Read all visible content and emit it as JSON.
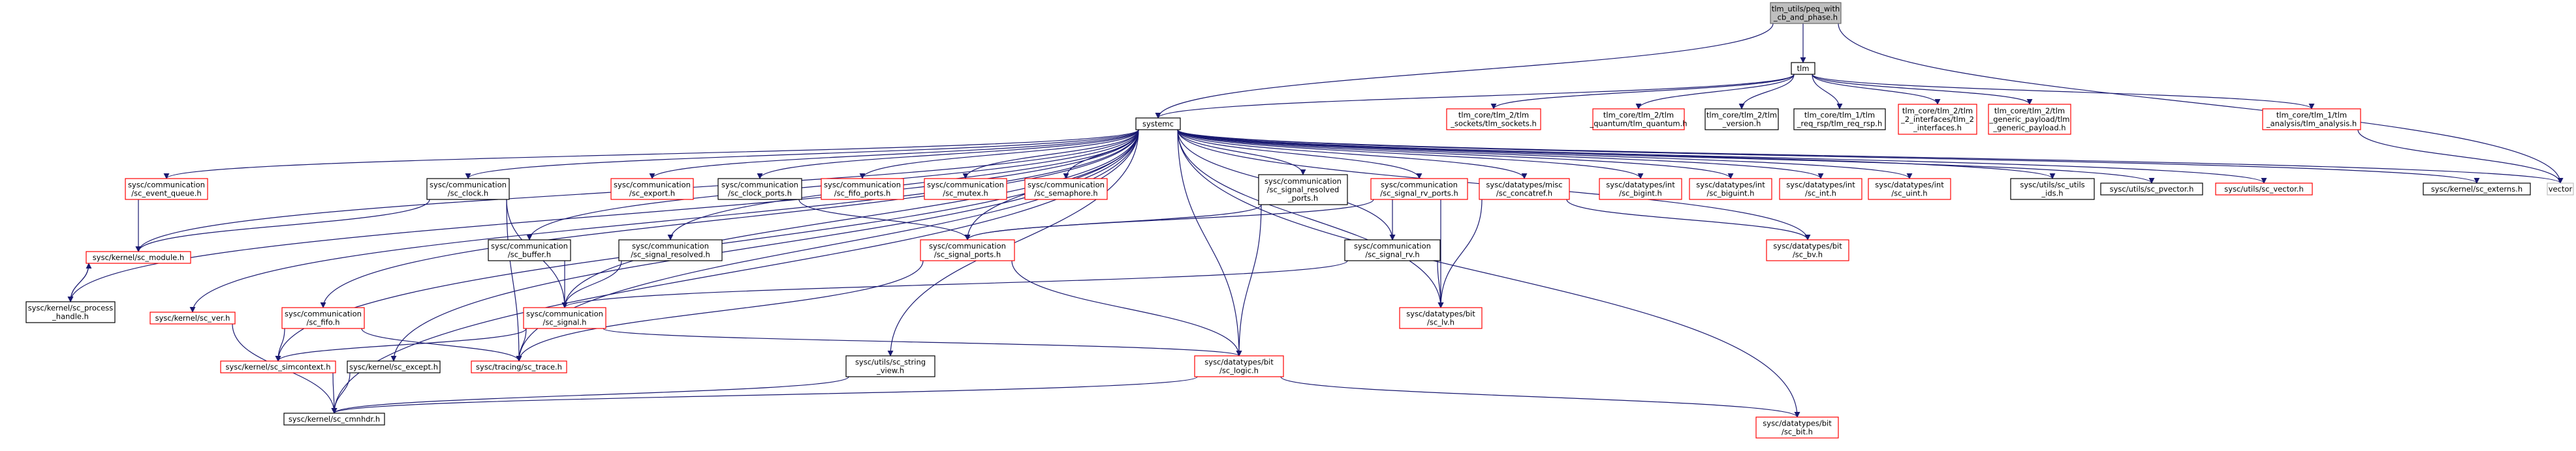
{
  "colors": {
    "edge": "#191970",
    "root_fill": "#bfbfbf",
    "root_border": "#666666",
    "documented_border": "#000000",
    "undocumented_border": "#ff0000",
    "no_file_border": "#bfbfbf",
    "node_fill": "#ffffff"
  },
  "nodes": [
    {
      "id": "root",
      "lines": [
        "tlm_utils/peq_with",
        "_cb_and_phase.h"
      ],
      "kind": "root"
    },
    {
      "id": "tlm",
      "lines": [
        "tlm"
      ],
      "kind": "documented"
    },
    {
      "id": "systemc",
      "lines": [
        "systemc"
      ],
      "kind": "documented"
    },
    {
      "id": "vector",
      "lines": [
        "vector"
      ],
      "kind": "external"
    },
    {
      "id": "tlm_sockets",
      "lines": [
        "tlm_core/tlm_2/tlm",
        "_sockets/tlm_sockets.h"
      ],
      "kind": "undocumented"
    },
    {
      "id": "tlm_quantum",
      "lines": [
        "tlm_core/tlm_2/tlm",
        "_quantum/tlm_quantum.h"
      ],
      "kind": "undocumented"
    },
    {
      "id": "tlm_version",
      "lines": [
        "tlm_core/tlm_2/tlm",
        "_version.h"
      ],
      "kind": "documented"
    },
    {
      "id": "tlm_req_rsp",
      "lines": [
        "tlm_core/tlm_1/tlm",
        "_req_rsp/tlm_req_rsp.h"
      ],
      "kind": "documented"
    },
    {
      "id": "tlm_2_interfaces",
      "lines": [
        "tlm_core/tlm_2/tlm",
        "_2_interfaces/tlm_2",
        "_interfaces.h"
      ],
      "kind": "undocumented"
    },
    {
      "id": "tlm_generic_payload",
      "lines": [
        "tlm_core/tlm_2/tlm",
        "_generic_payload/tlm",
        "_generic_payload.h"
      ],
      "kind": "undocumented"
    },
    {
      "id": "tlm_analysis",
      "lines": [
        "tlm_core/tlm_1/tlm",
        "_analysis/tlm_analysis.h"
      ],
      "kind": "undocumented"
    },
    {
      "id": "sc_event_queue",
      "lines": [
        "sysc/communication",
        "/sc_event_queue.h"
      ],
      "kind": "undocumented"
    },
    {
      "id": "sc_module",
      "lines": [
        "sysc/kernel/sc_module.h"
      ],
      "kind": "undocumented"
    },
    {
      "id": "sc_process_handle",
      "lines": [
        "sysc/kernel/sc_process",
        "_handle.h"
      ],
      "kind": "documented"
    },
    {
      "id": "sc_ver",
      "lines": [
        "sysc/kernel/sc_ver.h"
      ],
      "kind": "undocumented"
    },
    {
      "id": "sc_fifo",
      "lines": [
        "sysc/communication",
        "/sc_fifo.h"
      ],
      "kind": "undocumented"
    },
    {
      "id": "sc_simcontext",
      "lines": [
        "sysc/kernel/sc_simcontext.h"
      ],
      "kind": "undocumented"
    },
    {
      "id": "sc_cmnhdr",
      "lines": [
        "sysc/kernel/sc_cmnhdr.h"
      ],
      "kind": "documented"
    },
    {
      "id": "sc_except",
      "lines": [
        "sysc/kernel/sc_except.h"
      ],
      "kind": "documented"
    },
    {
      "id": "sc_clock",
      "lines": [
        "sysc/communication",
        "/sc_clock.h"
      ],
      "kind": "documented"
    },
    {
      "id": "sc_buffer",
      "lines": [
        "sysc/communication",
        "/sc_buffer.h"
      ],
      "kind": "documented"
    },
    {
      "id": "sc_signal",
      "lines": [
        "sysc/communication",
        "/sc_signal.h"
      ],
      "kind": "undocumented"
    },
    {
      "id": "sc_trace",
      "lines": [
        "sysc/tracing/sc_trace.h"
      ],
      "kind": "undocumented"
    },
    {
      "id": "sc_export",
      "lines": [
        "sysc/communication",
        "/sc_export.h"
      ],
      "kind": "undocumented"
    },
    {
      "id": "sc_clock_ports",
      "lines": [
        "sysc/communication",
        "/sc_clock_ports.h"
      ],
      "kind": "documented"
    },
    {
      "id": "sc_fifo_ports",
      "lines": [
        "sysc/communication",
        "/sc_fifo_ports.h"
      ],
      "kind": "undocumented"
    },
    {
      "id": "sc_mutex",
      "lines": [
        "sysc/communication",
        "/sc_mutex.h"
      ],
      "kind": "undocumented"
    },
    {
      "id": "sc_semaphore",
      "lines": [
        "sysc/communication",
        "/sc_semaphore.h"
      ],
      "kind": "undocumented"
    },
    {
      "id": "sc_signal_resolved",
      "lines": [
        "sysc/communication",
        "/sc_signal_resolved.h"
      ],
      "kind": "documented"
    },
    {
      "id": "sc_signal_resolved_ports",
      "lines": [
        "sysc/communication",
        "/sc_signal_resolved",
        "_ports.h"
      ],
      "kind": "documented"
    },
    {
      "id": "sc_signal_rv_ports",
      "lines": [
        "sysc/communication",
        "/sc_signal_rv_ports.h"
      ],
      "kind": "undocumented"
    },
    {
      "id": "sc_signal_ports",
      "lines": [
        "sysc/communication",
        "/sc_signal_ports.h"
      ],
      "kind": "undocumented"
    },
    {
      "id": "sc_signal_rv",
      "lines": [
        "sysc/communication",
        "/sc_signal_rv.h"
      ],
      "kind": "documented"
    },
    {
      "id": "sc_string_view",
      "lines": [
        "sysc/utils/sc_string",
        "_view.h"
      ],
      "kind": "documented"
    },
    {
      "id": "sc_logic",
      "lines": [
        "sysc/datatypes/bit",
        "/sc_logic.h"
      ],
      "kind": "undocumented"
    },
    {
      "id": "sc_concatref",
      "lines": [
        "sysc/datatypes/misc",
        "/sc_concatref.h"
      ],
      "kind": "undocumented"
    },
    {
      "id": "sc_bigint",
      "lines": [
        "sysc/datatypes/int",
        "/sc_bigint.h"
      ],
      "kind": "undocumented"
    },
    {
      "id": "sc_biguint",
      "lines": [
        "sysc/datatypes/int",
        "/sc_biguint.h"
      ],
      "kind": "undocumented"
    },
    {
      "id": "sc_int",
      "lines": [
        "sysc/datatypes/int",
        "/sc_int.h"
      ],
      "kind": "undocumented"
    },
    {
      "id": "sc_uint",
      "lines": [
        "sysc/datatypes/int",
        "/sc_uint.h"
      ],
      "kind": "undocumented"
    },
    {
      "id": "sc_ids",
      "lines": [
        "sysc/utils/sc_utils",
        "_ids.h"
      ],
      "kind": "documented"
    },
    {
      "id": "sc_pvector",
      "lines": [
        "sysc/utils/sc_pvector.h"
      ],
      "kind": "documented"
    },
    {
      "id": "sc_vector",
      "lines": [
        "sysc/utils/sc_vector.h"
      ],
      "kind": "undocumented"
    },
    {
      "id": "sc_externs",
      "lines": [
        "sysc/kernel/sc_externs.h"
      ],
      "kind": "documented"
    },
    {
      "id": "sc_bv",
      "lines": [
        "sysc/datatypes/bit",
        "/sc_bv.h"
      ],
      "kind": "undocumented"
    },
    {
      "id": "sc_lv",
      "lines": [
        "sysc/datatypes/bit",
        "/sc_lv.h"
      ],
      "kind": "undocumented"
    },
    {
      "id": "sc_bit",
      "lines": [
        "sysc/datatypes/bit",
        "/sc_bit.h"
      ],
      "kind": "undocumented"
    }
  ],
  "edges": [
    [
      "root",
      "tlm"
    ],
    [
      "root",
      "systemc"
    ],
    [
      "root",
      "vector"
    ],
    [
      "tlm",
      "systemc"
    ],
    [
      "tlm",
      "tlm_sockets"
    ],
    [
      "tlm",
      "tlm_quantum"
    ],
    [
      "tlm",
      "tlm_version"
    ],
    [
      "tlm",
      "tlm_req_rsp"
    ],
    [
      "tlm",
      "tlm_2_interfaces"
    ],
    [
      "tlm",
      "tlm_generic_payload"
    ],
    [
      "tlm",
      "tlm_analysis"
    ],
    [
      "tlm_analysis",
      "vector"
    ],
    [
      "systemc",
      "sc_cmnhdr"
    ],
    [
      "systemc",
      "sc_process_handle"
    ],
    [
      "systemc",
      "sc_module"
    ],
    [
      "systemc",
      "sc_event_queue"
    ],
    [
      "systemc",
      "sc_ver"
    ],
    [
      "systemc",
      "sc_fifo"
    ],
    [
      "systemc",
      "sc_simcontext"
    ],
    [
      "systemc",
      "sc_except"
    ],
    [
      "systemc",
      "sc_clock"
    ],
    [
      "systemc",
      "sc_buffer"
    ],
    [
      "systemc",
      "sc_signal"
    ],
    [
      "systemc",
      "sc_trace"
    ],
    [
      "systemc",
      "sc_export"
    ],
    [
      "systemc",
      "sc_clock_ports"
    ],
    [
      "systemc",
      "sc_fifo_ports"
    ],
    [
      "systemc",
      "sc_mutex"
    ],
    [
      "systemc",
      "sc_semaphore"
    ],
    [
      "systemc",
      "sc_signal_resolved"
    ],
    [
      "systemc",
      "sc_signal_resolved_ports"
    ],
    [
      "systemc",
      "sc_signal_rv_ports"
    ],
    [
      "systemc",
      "sc_signal_ports"
    ],
    [
      "systemc",
      "sc_signal_rv"
    ],
    [
      "systemc",
      "sc_string_view"
    ],
    [
      "systemc",
      "sc_concatref"
    ],
    [
      "systemc",
      "sc_bigint"
    ],
    [
      "systemc",
      "sc_biguint"
    ],
    [
      "systemc",
      "sc_int"
    ],
    [
      "systemc",
      "sc_uint"
    ],
    [
      "systemc",
      "sc_ids"
    ],
    [
      "systemc",
      "sc_pvector"
    ],
    [
      "systemc",
      "sc_vector"
    ],
    [
      "systemc",
      "sc_externs"
    ],
    [
      "systemc",
      "vector"
    ],
    [
      "systemc",
      "sc_bv"
    ],
    [
      "systemc",
      "sc_lv"
    ],
    [
      "systemc",
      "sc_bit"
    ],
    [
      "systemc",
      "sc_logic"
    ],
    [
      "sc_event_queue",
      "sc_module"
    ],
    [
      "sc_clock",
      "sc_module"
    ],
    [
      "sc_clock",
      "sc_signal"
    ],
    [
      "sc_clock",
      "sc_trace"
    ],
    [
      "sc_module",
      "sc_process_handle"
    ],
    [
      "sc_process_handle",
      "sc_module"
    ],
    [
      "sc_ver",
      "sc_cmnhdr"
    ],
    [
      "sc_fifo",
      "sc_simcontext"
    ],
    [
      "sc_fifo",
      "sc_trace"
    ],
    [
      "sc_simcontext",
      "sc_cmnhdr"
    ],
    [
      "sc_except",
      "sc_cmnhdr"
    ],
    [
      "sc_buffer",
      "sc_signal"
    ],
    [
      "sc_signal_resolved",
      "sc_signal"
    ],
    [
      "sc_signal",
      "sc_simcontext"
    ],
    [
      "sc_signal",
      "sc_trace"
    ],
    [
      "sc_signal",
      "sc_logic"
    ],
    [
      "sc_clock_ports",
      "sc_signal_ports"
    ],
    [
      "sc_signal_resolved_ports",
      "sc_signal_ports"
    ],
    [
      "sc_signal_resolved_ports",
      "sc_logic"
    ],
    [
      "sc_signal_rv_ports",
      "sc_signal_ports"
    ],
    [
      "sc_signal_rv_ports",
      "sc_signal_rv"
    ],
    [
      "sc_signal_rv_ports",
      "sc_lv"
    ],
    [
      "sc_signal_ports",
      "sc_trace"
    ],
    [
      "sc_signal_ports",
      "sc_logic"
    ],
    [
      "sc_signal_rv",
      "sc_signal"
    ],
    [
      "sc_signal_rv",
      "sc_lv"
    ],
    [
      "sc_string_view",
      "sc_cmnhdr"
    ],
    [
      "sc_concatref",
      "sc_bv"
    ],
    [
      "sc_concatref",
      "sc_lv"
    ],
    [
      "sc_logic",
      "sc_cmnhdr"
    ],
    [
      "sc_logic",
      "sc_bit"
    ]
  ]
}
